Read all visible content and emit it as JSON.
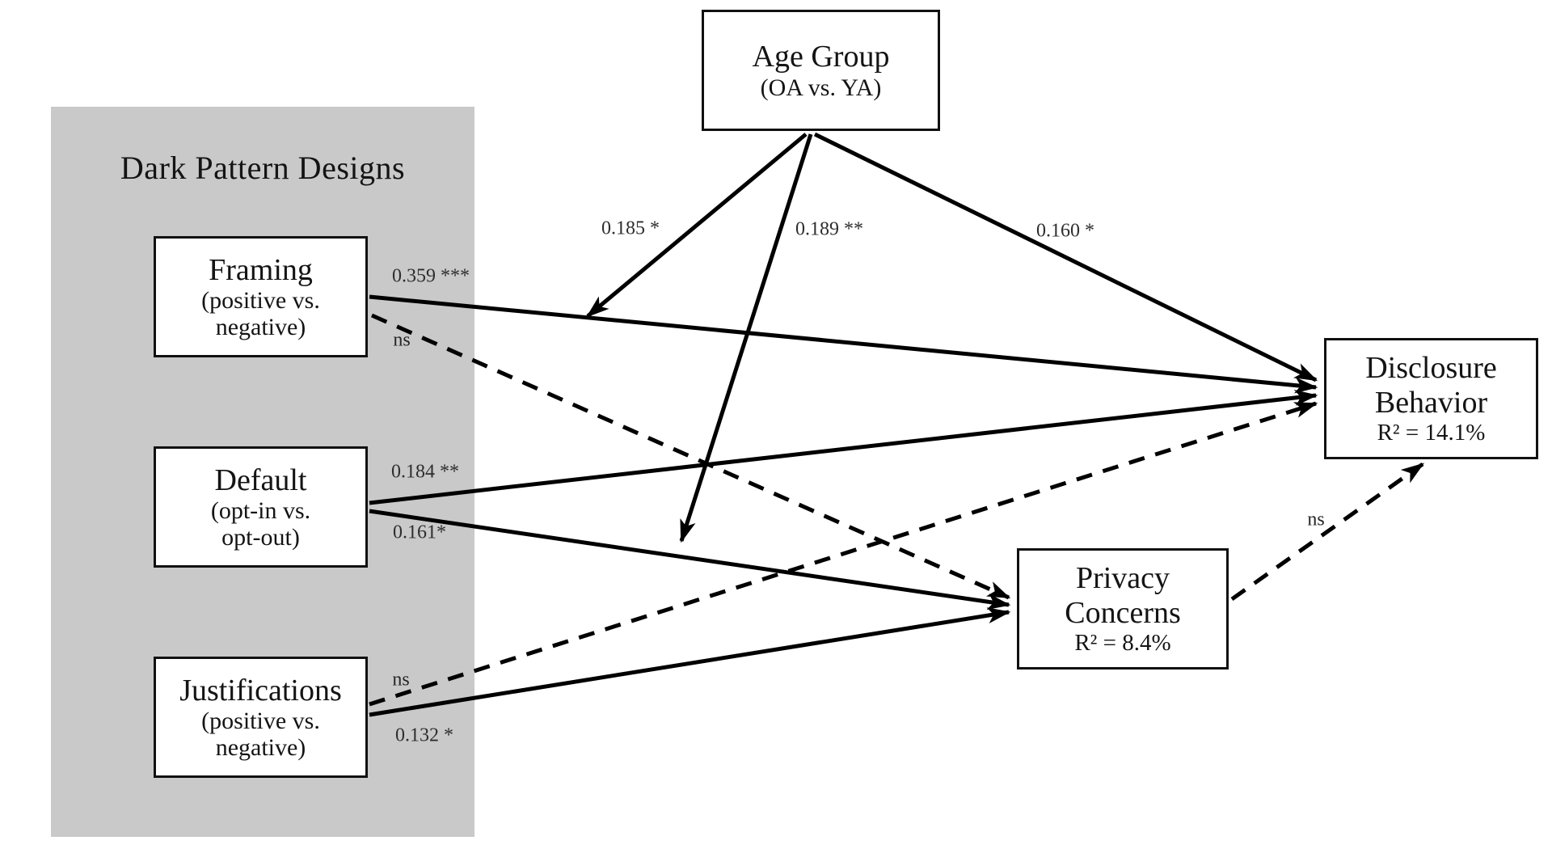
{
  "diagram": {
    "panel": {
      "label": "Dark Pattern Designs"
    },
    "nodes": {
      "age_group": {
        "title": "Age Group",
        "subtitle": "(OA vs. YA)"
      },
      "framing": {
        "title": "Framing",
        "sub1": "(positive vs.",
        "sub2": "negative)"
      },
      "default": {
        "title": "Default",
        "sub1": "(opt-in vs.",
        "sub2": "opt-out)"
      },
      "justifications": {
        "title": "Justifications",
        "sub1": "(positive vs.",
        "sub2": "negative)"
      },
      "disclosure": {
        "title": "Disclosure",
        "title2": "Behavior",
        "r2": "R² = 14.1%"
      },
      "privacy": {
        "title": "Privacy",
        "title2": "Concerns",
        "r2": "R² = 8.4%"
      }
    },
    "edges": [
      {
        "id": "framing-to-disclosure",
        "from": "framing",
        "to": "disclosure_behavior",
        "style": "solid",
        "label": "0.359 ***"
      },
      {
        "id": "framing-to-privacy",
        "from": "framing",
        "to": "privacy_concerns",
        "style": "dashed",
        "label": "ns"
      },
      {
        "id": "default-to-disclosure",
        "from": "default",
        "to": "disclosure_behavior",
        "style": "solid",
        "label": "0.184 **"
      },
      {
        "id": "default-to-privacy",
        "from": "default",
        "to": "privacy_concerns",
        "style": "solid",
        "label": "0.161*"
      },
      {
        "id": "justifications-to-disclosure",
        "from": "justifications",
        "to": "disclosure_behavior",
        "style": "dashed",
        "label": "ns"
      },
      {
        "id": "justifications-to-privacy",
        "from": "justifications",
        "to": "privacy_concerns",
        "style": "solid",
        "label": "0.132 *"
      },
      {
        "id": "age-to-framing-path",
        "from": "age_group",
        "to": "framing-disclosure-path",
        "style": "solid",
        "label": "0.185 *"
      },
      {
        "id": "age-to-default-privacy-path",
        "from": "age_group",
        "to": "default-privacy-path",
        "style": "solid",
        "label": "0.189 **"
      },
      {
        "id": "age-to-disclosure",
        "from": "age_group",
        "to": "disclosure_behavior",
        "style": "solid",
        "label": "0.160 *"
      },
      {
        "id": "privacy-to-disclosure",
        "from": "privacy_concerns",
        "to": "disclosure_behavior",
        "style": "dashed",
        "label": "ns"
      }
    ],
    "colors": {
      "panel_bg": "#c9c9c9",
      "line": "#000000",
      "text": "#141414"
    }
  }
}
